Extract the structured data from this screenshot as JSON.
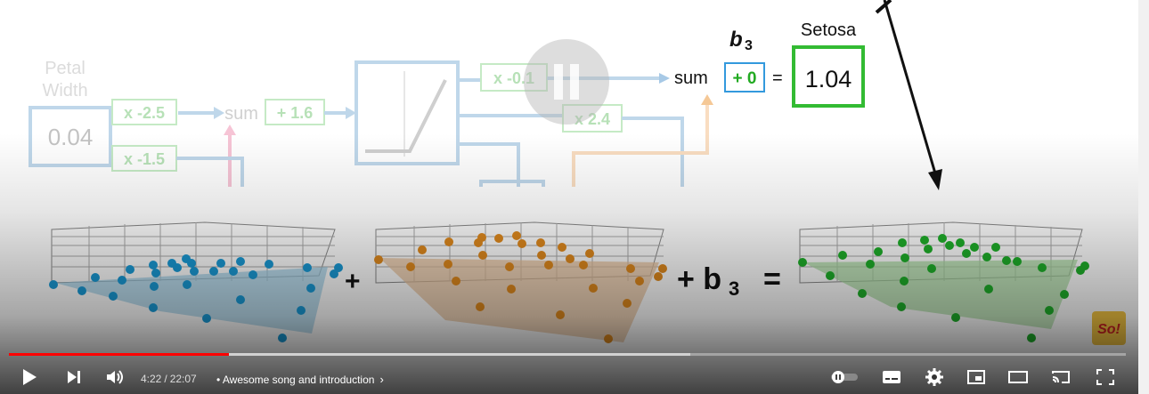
{
  "video": {
    "scene": {
      "input_label_line1": "Petal",
      "input_label_line2": "Width",
      "input_value": "0.04",
      "weight1": "x -2.5",
      "weight2": "x -1.5",
      "sum_label": "sum",
      "bias1": "+ 1.6",
      "weight3": "x -0.1",
      "weight4": "x 2.4",
      "output_bias_symbol": "b",
      "output_bias_subscript": "3",
      "output_sum_label": "sum",
      "output_bias_value": "+ 0",
      "equals": "=",
      "output_class": "Setosa",
      "output_value": "1.04",
      "plus": "+",
      "plus_b": "+ b",
      "plus_b_sub": "3",
      "equals_big": "="
    },
    "colors": {
      "blue_points": "#1a9bd7",
      "orange_points": "#e08a1e",
      "green_points": "#1fb02a",
      "output_box": "#33bb33",
      "bias_box": "#3399dd"
    }
  },
  "controls": {
    "time_current": "4:22",
    "time_separator": "/",
    "time_total": "22:07",
    "chapter_bullet": "•",
    "chapter_title": "Awesome song and introduction",
    "chapter_chevron": "›",
    "progress_fraction": 0.197,
    "icons": [
      "play-icon",
      "next-icon",
      "volume-icon",
      "autoplay-toggle-icon",
      "subtitles-icon",
      "settings-gear-icon",
      "miniplayer-icon",
      "theater-mode-icon",
      "cast-icon",
      "fullscreen-icon"
    ],
    "accent_color": "#ff0000"
  }
}
